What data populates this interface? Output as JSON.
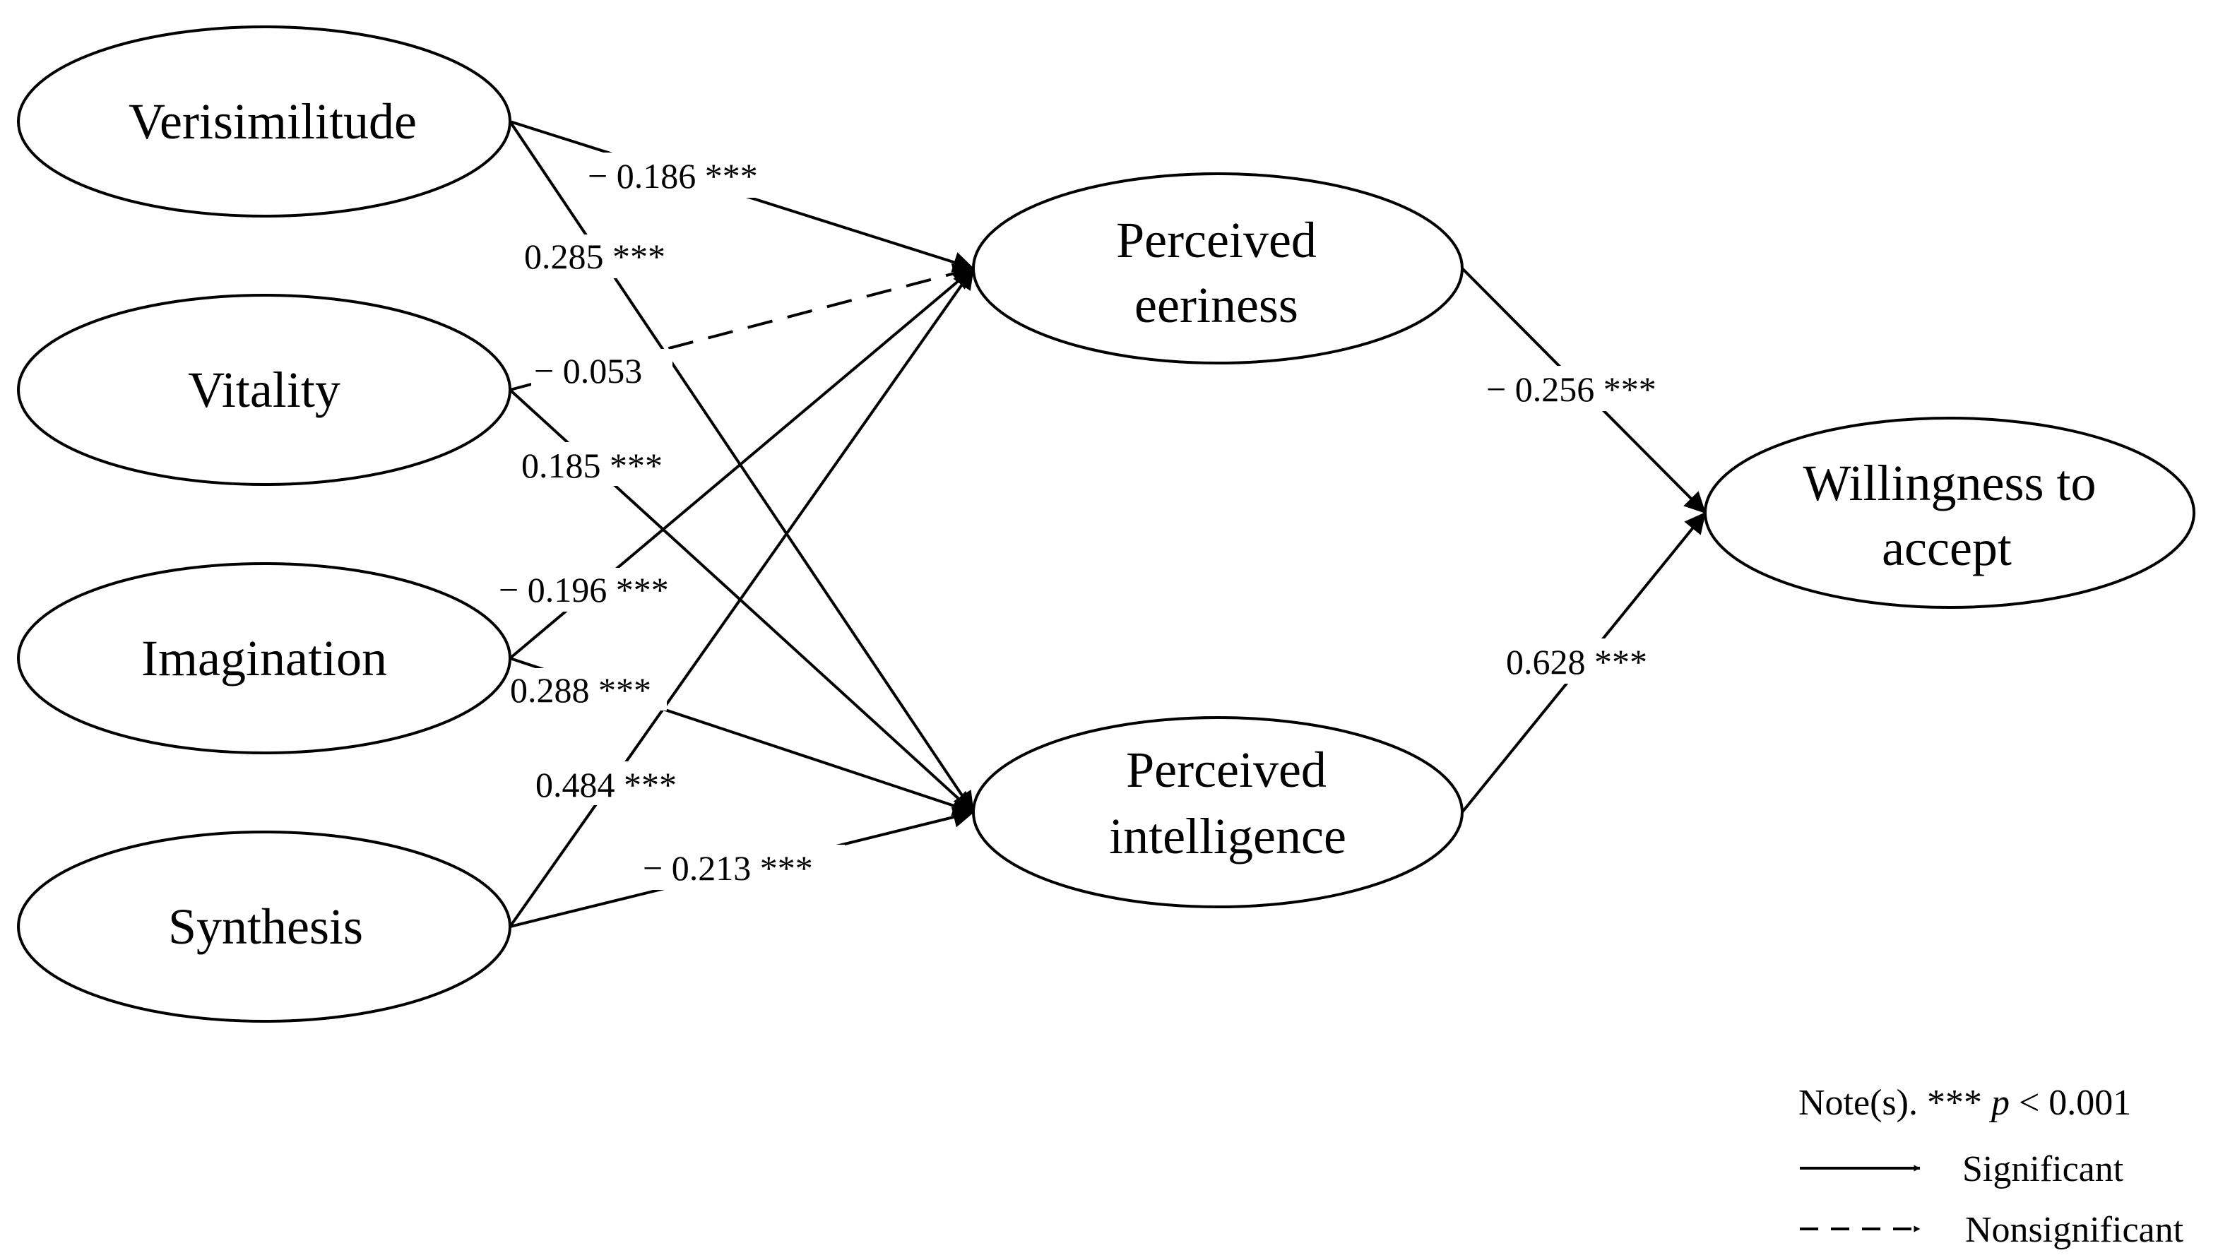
{
  "colors": {
    "stroke": "#000000",
    "background": "#ffffff"
  },
  "nodes": {
    "verisimilitude": {
      "label": "Verisimilitude"
    },
    "vitality": {
      "label": "Vitality"
    },
    "imagination": {
      "label": "Imagination"
    },
    "synthesis": {
      "label": "Synthesis"
    },
    "eeriness": {
      "line1": "Perceived",
      "line2": "eeriness"
    },
    "intelligence": {
      "line1": "Perceived",
      "line2": "intelligence"
    },
    "willingness": {
      "line1": "Willingness to",
      "line2": "accept"
    }
  },
  "edges": [
    {
      "id": "verisimilitude-to-eeriness",
      "from": "Verisimilitude",
      "to": "Perceived eeriness",
      "label": "− 0.186 ***",
      "significant": true
    },
    {
      "id": "verisimilitude-to-intelligence",
      "from": "Verisimilitude",
      "to": "Perceived intelligence",
      "label": "0.285 ***",
      "significant": true
    },
    {
      "id": "vitality-to-eeriness",
      "from": "Vitality",
      "to": "Perceived eeriness",
      "label": "− 0.053",
      "significant": false
    },
    {
      "id": "vitality-to-intelligence",
      "from": "Vitality",
      "to": "Perceived intelligence",
      "label": "0.185 ***",
      "significant": true
    },
    {
      "id": "imagination-to-eeriness",
      "from": "Imagination",
      "to": "Perceived eeriness",
      "label": "− 0.196 ***",
      "significant": true
    },
    {
      "id": "imagination-to-intelligence",
      "from": "Imagination",
      "to": "Perceived intelligence",
      "label": "0.288 ***",
      "significant": true
    },
    {
      "id": "synthesis-to-eeriness",
      "from": "Synthesis",
      "to": "Perceived eeriness",
      "label": "0.484 ***",
      "significant": true
    },
    {
      "id": "synthesis-to-intelligence",
      "from": "Synthesis",
      "to": "Perceived intelligence",
      "label": "− 0.213 ***",
      "significant": true
    },
    {
      "id": "eeriness-to-willingness",
      "from": "Perceived eeriness",
      "to": "Willingness to accept",
      "label": "− 0.256 ***",
      "significant": true
    },
    {
      "id": "intelligence-to-willingness",
      "from": "Perceived intelligence",
      "to": "Willingness to accept",
      "label": "0.628 ***",
      "significant": true
    }
  ],
  "note": {
    "prefix": "Note(s). *** ",
    "p_symbol": "p",
    "suffix": " < 0.001",
    "significant_label": "Significant",
    "nonsignificant_label": "Nonsignificant"
  }
}
